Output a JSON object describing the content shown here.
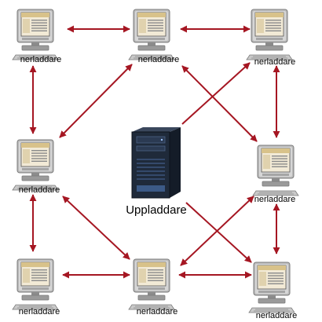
{
  "diagram": {
    "peer_label": "nerladdare",
    "server_label": "Uppladdare",
    "colors": {
      "arrow": "#a51622",
      "monitor_body": "#bcbcbc",
      "monitor_dark": "#7a7a7a",
      "screen": "#f2ead6",
      "screen_header": "#d8c28a",
      "server_body": "#1f2a3a",
      "server_light": "#3c5a86"
    },
    "peers": [
      {
        "id": "p1"
      },
      {
        "id": "p2"
      },
      {
        "id": "p3"
      },
      {
        "id": "p4"
      },
      {
        "id": "p5"
      },
      {
        "id": "p6"
      },
      {
        "id": "p7"
      },
      {
        "id": "p8"
      }
    ],
    "connections": [
      {
        "from": "p1",
        "to": "p2"
      },
      {
        "from": "p2",
        "to": "p3"
      },
      {
        "from": "p1",
        "to": "p4"
      },
      {
        "from": "p3",
        "to": "p5"
      },
      {
        "from": "p4",
        "to": "p6"
      },
      {
        "from": "p5",
        "to": "p8"
      },
      {
        "from": "p6",
        "to": "p7"
      },
      {
        "from": "p7",
        "to": "p8"
      },
      {
        "from": "p2",
        "to": "p4"
      },
      {
        "from": "p2",
        "to": "p5"
      },
      {
        "from": "p4",
        "to": "p7"
      },
      {
        "from": "p5",
        "to": "p7"
      },
      {
        "from": "server",
        "to": "p3",
        "one_way": true
      },
      {
        "from": "server",
        "to": "p8",
        "one_way": true
      }
    ]
  }
}
